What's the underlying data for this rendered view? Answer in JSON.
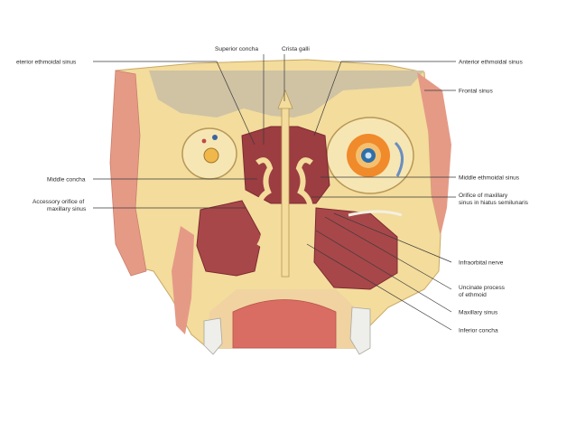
{
  "figure": {
    "labels": {
      "posterior_ethmoidal_sinus": "eterior ethmoidal sinus",
      "superior_concha": "Superior concha",
      "crista_galli": "Crista galli",
      "anterior_ethmoidal_sinus": "Anterior ethmoidal sinus",
      "frontal_sinus": "Frontal sinus",
      "middle_concha": "Middle concha",
      "accessory_orifice_line1": "Accessory orifice of",
      "accessory_orifice_line2": "maxillary sinus",
      "middle_ethmoidal_sinus": "Middle ethmoidal sinus",
      "orifice_maxillary_line1": "Orifice of maxillary",
      "orifice_maxillary_line2": "sinus in hiatus semilunaris",
      "infraorbital_nerve": "Infraorbital nerve",
      "uncinate_line1": "Uncinate process",
      "uncinate_line2": "of ethmoid",
      "maxillary_sinus": "Maxillary sinus",
      "inferior_concha": "Inferior concha"
    },
    "colors": {
      "bone": "#f3dc9c",
      "bone_dark": "#d9b870",
      "sinus": "#a8474a",
      "sinus_dark": "#7d2b30",
      "muscle": "#e59a86",
      "mucosa": "#c45a5a",
      "brain_cavity": "#cfc3a4",
      "eye_iris": "#f08a2a",
      "eye_pupil": "#2f6fa8"
    }
  }
}
